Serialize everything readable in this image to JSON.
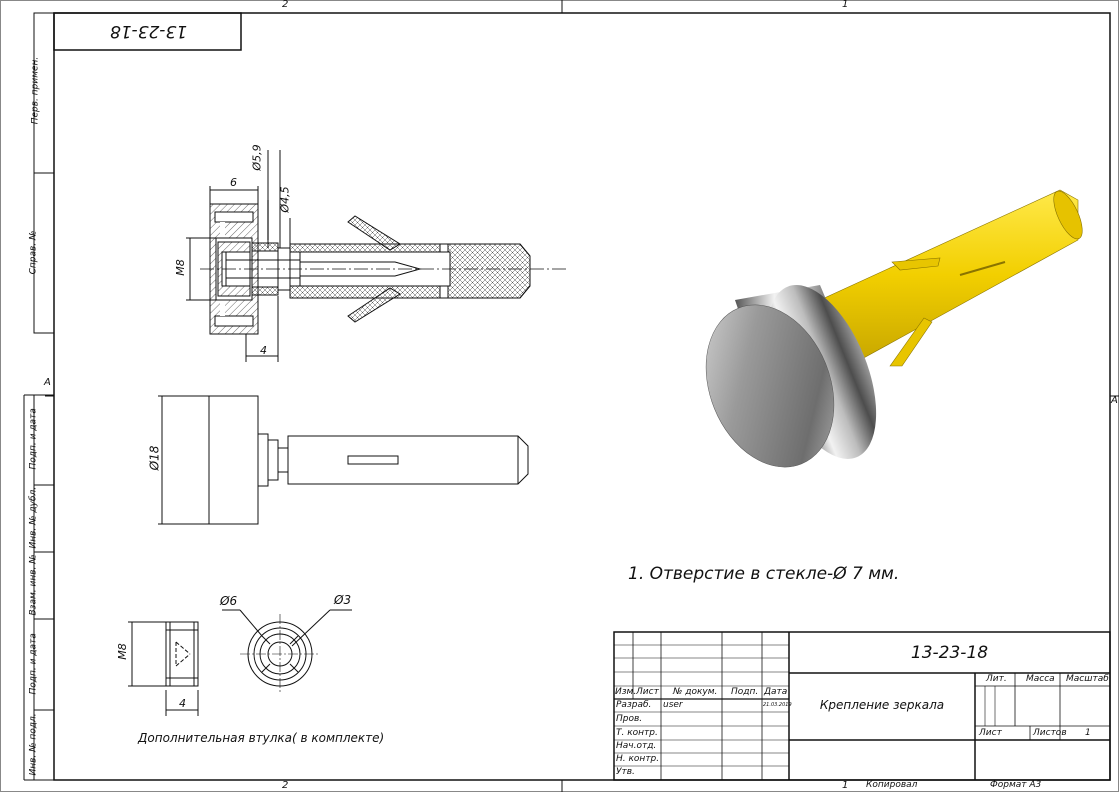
{
  "drawing": {
    "mirrored_code": "13-23-18",
    "zone_top_left": "2",
    "zone_top_right": "1",
    "zone_bottom_left": "2",
    "zone_bottom_right": "1",
    "zone_row_left": "A",
    "zone_row_right": "A",
    "side_fields": [
      "Перв. примен.",
      "Справ. №",
      "Подп. и дата",
      "Инв. № дубл.",
      "Взам. инв. №",
      "Подп. и дата",
      "Инв. № подл."
    ]
  },
  "dimensions": {
    "d59": "Ø5,9",
    "d45": "Ø4,5",
    "w6": "6",
    "m8_top": "M8",
    "w4_top": "4",
    "d18": "Ø18",
    "d6": "Ø6",
    "d3": "Ø3",
    "m8_bushing": "M8",
    "w4_bushing": "4"
  },
  "notes": {
    "hole_note": "1. Отверстие в стекле-Ø 7 мм.",
    "bushing_caption": "Дополнительная втулка( в комплекте)"
  },
  "title_block": {
    "designation": "13-23-18",
    "name": "Крепление зеркала",
    "lit": "Лит.",
    "mass": "Масса",
    "scale": "Масштаб",
    "sheet": "Лист",
    "sheets": "Листов",
    "sheets_count": "1",
    "col_izm": "Изм.",
    "col_list": "Лист",
    "col_doc": "№ докум.",
    "col_sign": "Подп.",
    "col_date": "Дата",
    "row_razrab": "Разраб.",
    "row_prov": "Пров.",
    "row_tkontr": "Т. контр.",
    "row_nachotd": "Нач.отд.",
    "row_nkontr": "Н. контр.",
    "row_utv": "Утв.",
    "author": "user",
    "date": "21.03.2019",
    "copied": "Копировал",
    "format": "Формат А3",
    "bottom_page": "1"
  },
  "colors": {
    "yellow": "#f2cf00",
    "metal": "#8a8a8a",
    "hatch": "#555555"
  }
}
